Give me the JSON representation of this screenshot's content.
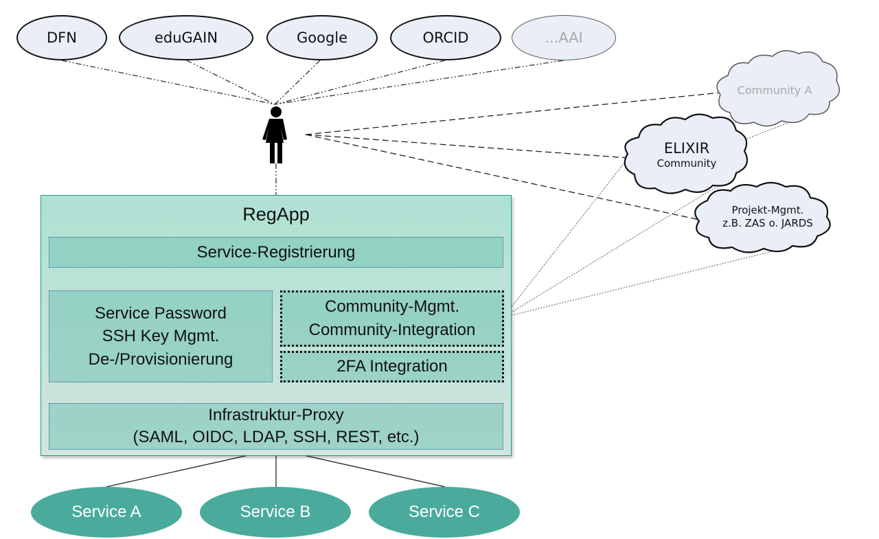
{
  "identity_providers": [
    {
      "label": "DFN",
      "style": "solid"
    },
    {
      "label": "eduGAIN",
      "style": "solid"
    },
    {
      "label": "Google",
      "style": "solid"
    },
    {
      "label": "ORCID",
      "style": "solid"
    },
    {
      "label": "...AAI",
      "style": "faded"
    }
  ],
  "user": {
    "icon": "person-icon"
  },
  "communities": [
    {
      "line1": "Community A",
      "line2": "",
      "style": "faded"
    },
    {
      "line1": "ELIXIR",
      "line2": "Community",
      "style": "solid"
    },
    {
      "line1": "Projekt-Mgmt.",
      "line2": "z.B. ZAS o. JARDS",
      "style": "solid"
    }
  ],
  "regapp": {
    "title": "RegApp",
    "modules": {
      "service_registration": "Service-Registrierung",
      "account": [
        "Service Password",
        "SSH Key Mgmt.",
        "De-/Provisionierung"
      ],
      "community": [
        "Community-Mgmt.",
        "Community-Integration"
      ],
      "twofa": "2FA Integration",
      "proxy": [
        "Infrastruktur-Proxy",
        "(SAML, OIDC, LDAP, SSH, REST, etc.)"
      ]
    }
  },
  "services": [
    "Service A",
    "Service B",
    "Service C"
  ],
  "colors": {
    "idp_fill": "#e9eef7",
    "regapp_border": "#1f9c86",
    "service_fill": "#4aab9c",
    "module_border_blue": "#3b5aa6"
  }
}
